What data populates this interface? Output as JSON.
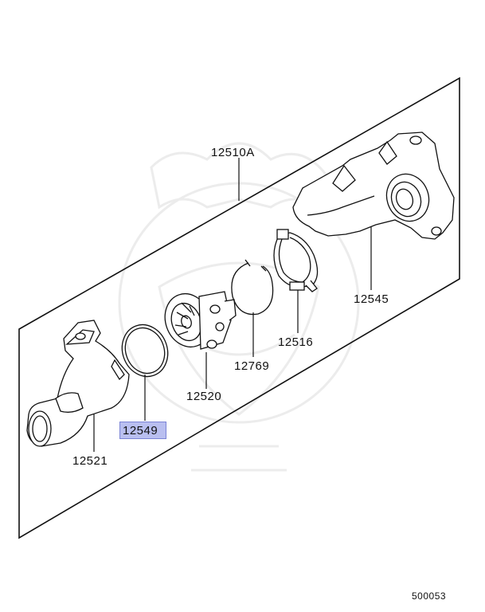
{
  "diagram": {
    "callouts": {
      "assembly": "12510A",
      "housing_right": "12545",
      "clamp": "12516",
      "snap_ring": "12769",
      "cartridge": "12520",
      "o_ring": "12549",
      "elbow": "12521"
    },
    "diagram_code": "500053",
    "highlight_color": "#b9bff0",
    "line_color": "#111111"
  }
}
